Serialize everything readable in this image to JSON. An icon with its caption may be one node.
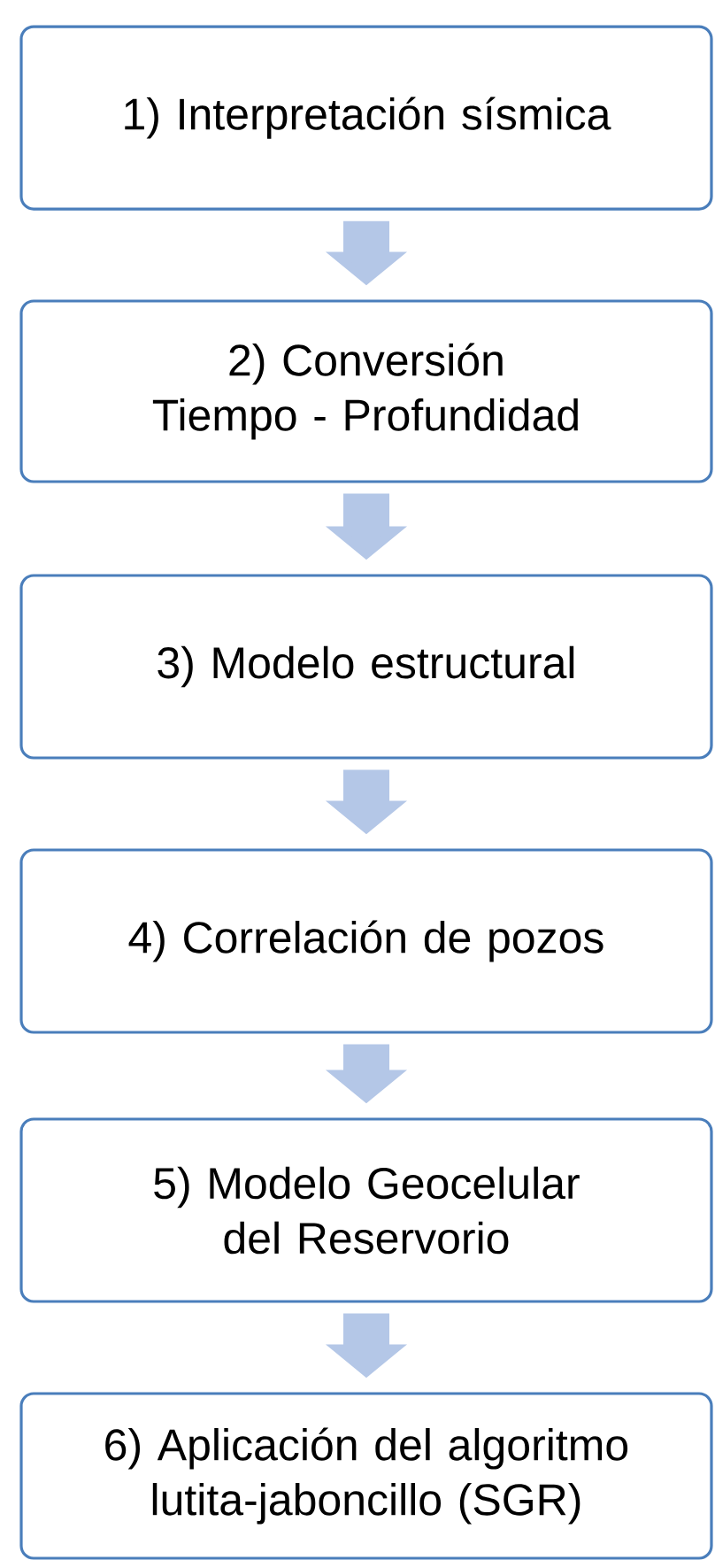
{
  "diagram": {
    "nodes": [
      {
        "text": [
          "1) Interpretación sísmica"
        ]
      },
      {
        "text": [
          "2) Conversión Tiempo - Profundidad"
        ]
      },
      {
        "text": [
          "3) Modelo estructural"
        ]
      },
      {
        "text": [
          "4) Correlación de pozos"
        ]
      },
      {
        "text": [
          "5) Modelo Geocelular del Reservorio"
        ]
      },
      {
        "text": [
          "6) Aplicación del algoritmo lutita-jaboncillo (SGR)"
        ]
      }
    ],
    "edges": [
      {
        "from": 0,
        "to": 1,
        "arrow": "to"
      },
      {
        "from": 1,
        "to": 2,
        "arrow": "to"
      },
      {
        "from": 2,
        "to": 3,
        "arrow": "to"
      },
      {
        "from": 3,
        "to": 4,
        "arrow": "to"
      },
      {
        "from": 4,
        "to": 5,
        "arrow": "to"
      }
    ]
  }
}
